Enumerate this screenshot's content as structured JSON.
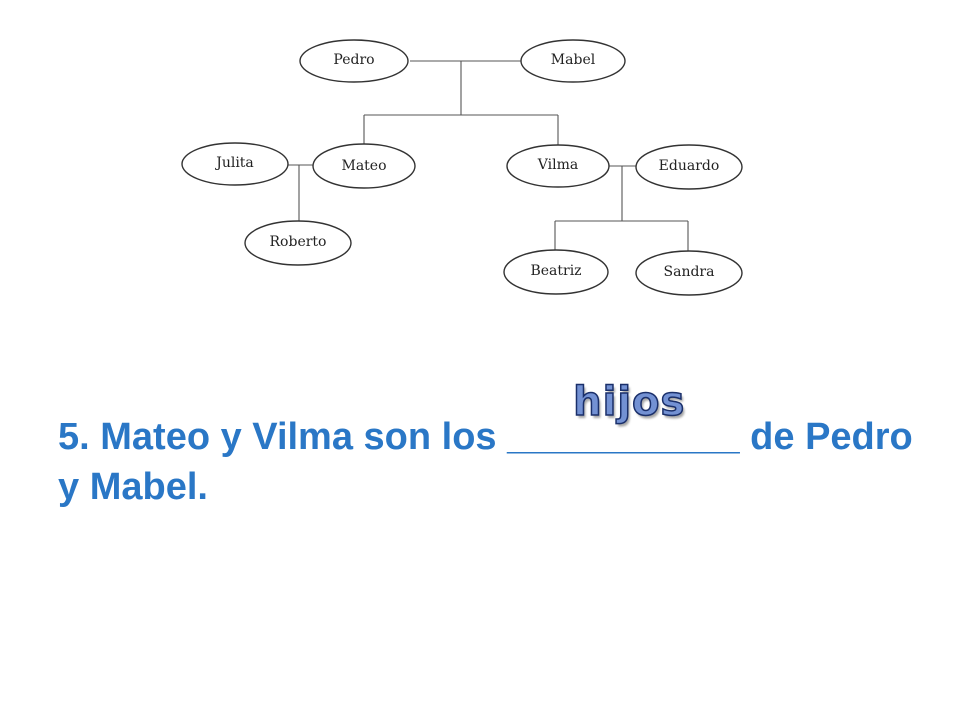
{
  "family_tree": {
    "members": [
      {
        "key": "pedro",
        "name": "Pedro"
      },
      {
        "key": "mabel",
        "name": "Mabel"
      },
      {
        "key": "julita",
        "name": "Julita"
      },
      {
        "key": "mateo",
        "name": "Mateo"
      },
      {
        "key": "vilma",
        "name": "Vilma"
      },
      {
        "key": "eduardo",
        "name": "Eduardo"
      },
      {
        "key": "roberto",
        "name": "Roberto"
      },
      {
        "key": "beatriz",
        "name": "Beatriz"
      },
      {
        "key": "sandra",
        "name": "Sandra"
      }
    ],
    "couples": [
      [
        "pedro",
        "mabel"
      ],
      [
        "julita",
        "mateo"
      ],
      [
        "vilma",
        "eduardo"
      ]
    ],
    "parent_child": [
      {
        "parents": [
          "pedro",
          "mabel"
        ],
        "children": [
          "mateo",
          "vilma"
        ]
      },
      {
        "parents": [
          "julita",
          "mateo"
        ],
        "children": [
          "roberto"
        ]
      },
      {
        "parents": [
          "vilma",
          "eduardo"
        ],
        "children": [
          "beatriz",
          "sandra"
        ]
      }
    ]
  },
  "exercise": {
    "prefix": "5. Mateo y Vilma son los ",
    "blank": "___________",
    "suffix": " de Pedro y Mabel.",
    "answer": "hijos",
    "colors": {
      "question_text": "#2a77c6",
      "answer_fill": "#7391d3",
      "answer_outline": "#1a2f6a"
    }
  }
}
